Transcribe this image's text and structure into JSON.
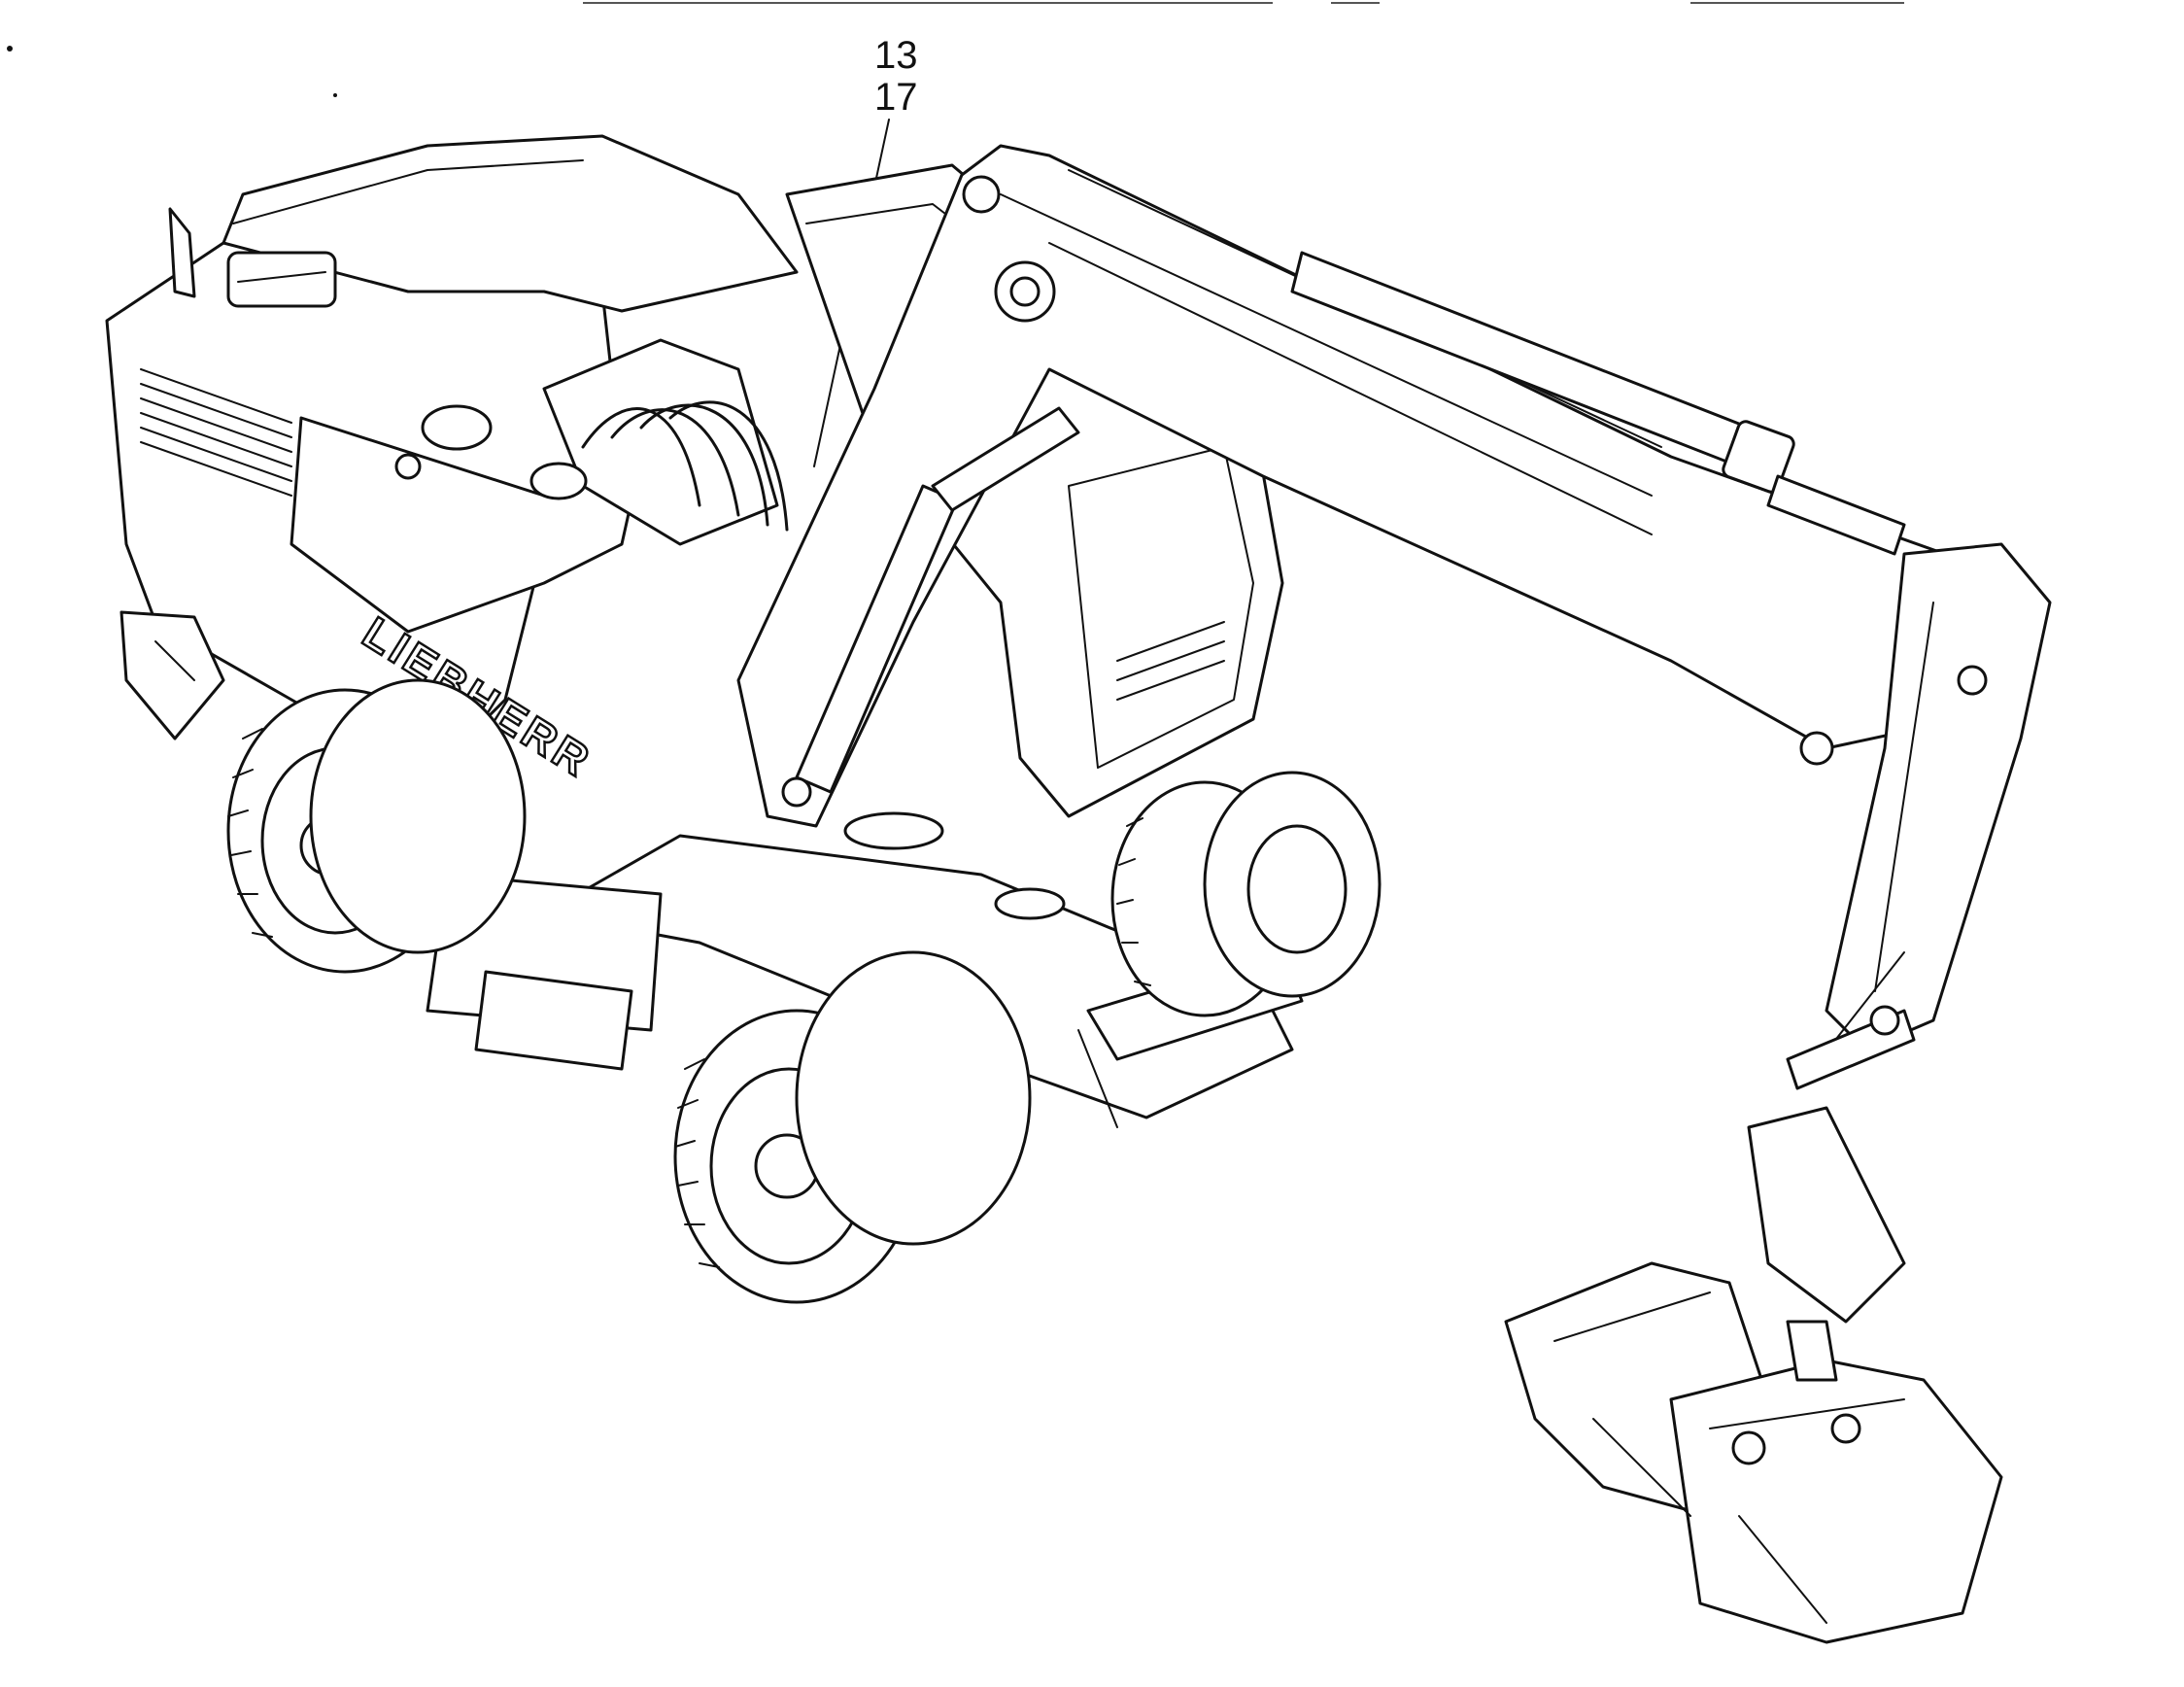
{
  "callouts": [
    {
      "label": "13"
    },
    {
      "label": "17"
    }
  ],
  "brand_lettering": "LIEBHERR",
  "colors": {
    "ink": "#111111",
    "paper": "#ffffff"
  }
}
